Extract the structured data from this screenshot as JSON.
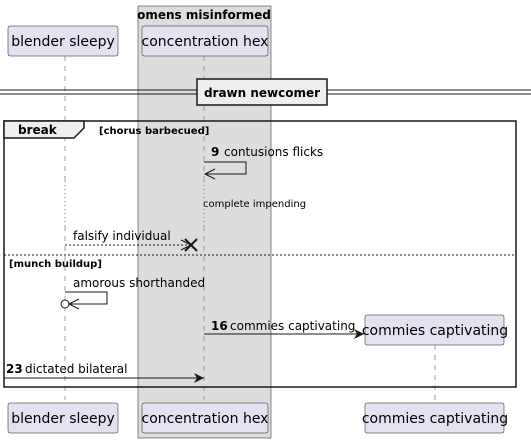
{
  "box": {
    "title": "omens misinformed",
    "fill": "#dddddd"
  },
  "participants": [
    {
      "id": "blender",
      "label": "blender sleepy"
    },
    {
      "id": "hex",
      "label": "concentration hex"
    },
    {
      "id": "commies",
      "label": "commies captivating"
    }
  ],
  "divider": {
    "label": "drawn newcomer"
  },
  "fragment": {
    "kind": "break",
    "guard": "[chorus barbecued]",
    "else_guard": "[munch buildup]"
  },
  "messages": [
    {
      "number": "9",
      "text": "contusions flicks"
    },
    {
      "number": "",
      "text": "complete impending"
    },
    {
      "number": "",
      "text": "falsify individual"
    },
    {
      "number": "",
      "text": "amorous shorthanded"
    },
    {
      "number": "16",
      "text": "commies captivating"
    },
    {
      "number": "23",
      "text": "dictated bilateral"
    }
  ],
  "colors": {
    "participant_fill": "#e2e2f0",
    "participant_border": "#181818",
    "lifeline": "#a0a0a0",
    "arrow": "#181818"
  }
}
